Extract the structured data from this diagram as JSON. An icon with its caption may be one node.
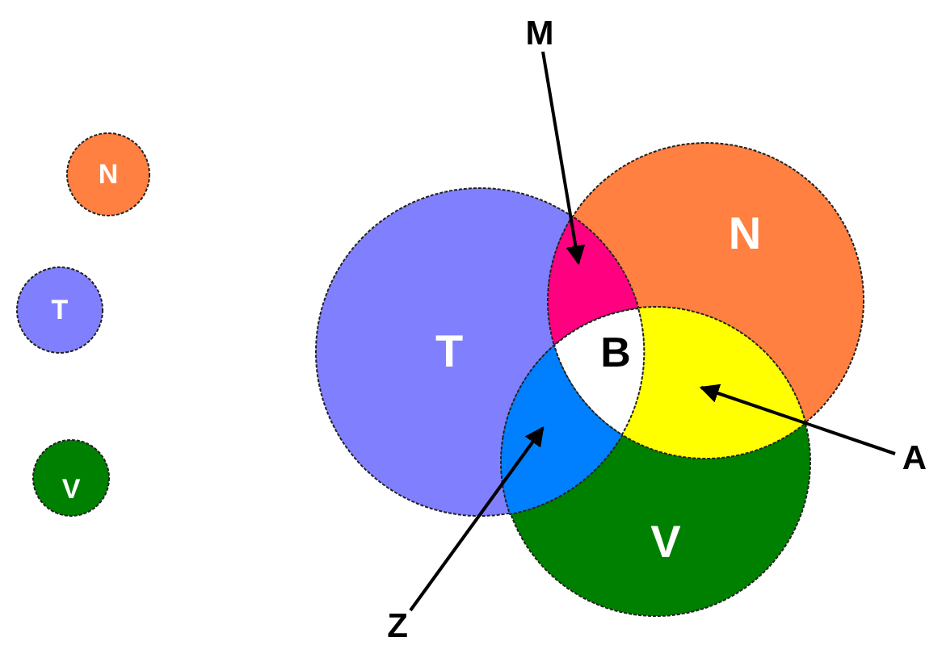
{
  "diagram": {
    "nodes": [
      {
        "text": [
          "M"
        ]
      },
      {
        "text": [
          "N"
        ]
      },
      {
        "text": [
          "T"
        ]
      },
      {
        "text": [
          "V"
        ]
      },
      {
        "text": [
          "T"
        ]
      },
      {
        "text": [
          "N"
        ]
      },
      {
        "text": [],
        "shape": "lens"
      },
      {
        "text": [
          "B"
        ]
      },
      {
        "text": [],
        "shape": "lens"
      },
      {
        "text": [],
        "shape": "lens"
      },
      {
        "text": [
          "V"
        ]
      },
      {
        "text": [
          "A"
        ]
      },
      {
        "text": [
          "Z"
        ]
      }
    ],
    "edges": [
      {
        "from": 0,
        "to": 6,
        "arrow": "to"
      },
      {
        "from": 11,
        "to": 8,
        "arrow": "to"
      },
      {
        "from": 12,
        "to": 9,
        "arrow": "to"
      }
    ]
  }
}
